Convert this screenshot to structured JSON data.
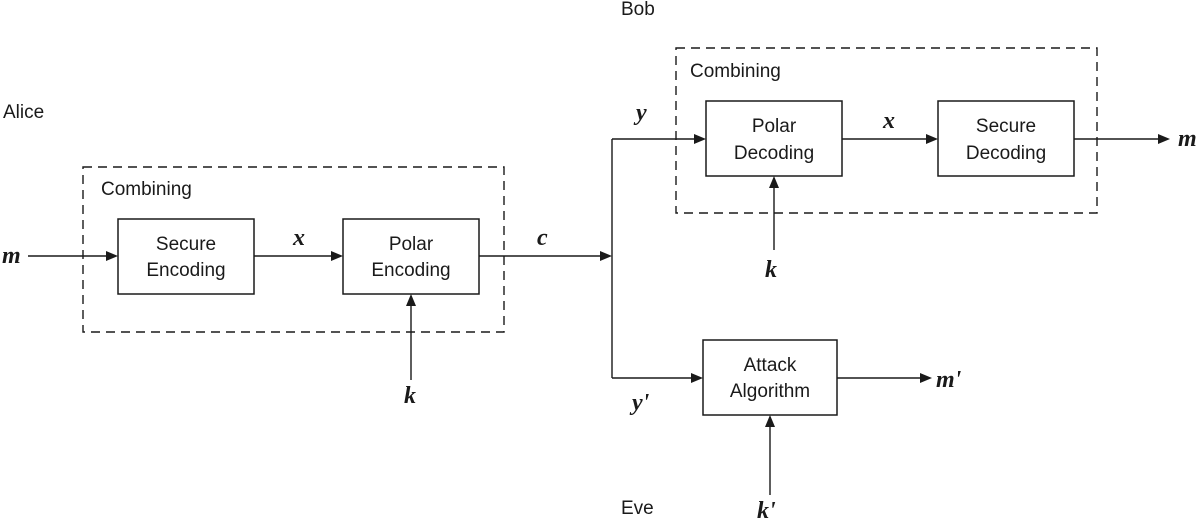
{
  "parties": {
    "alice": "Alice",
    "bob": "Bob",
    "eve": "Eve"
  },
  "groups": {
    "alice_combining": "Combining",
    "bob_combining": "Combining"
  },
  "blocks": {
    "secure_encoding": [
      "Secure",
      "Encoding"
    ],
    "polar_encoding": [
      "Polar",
      "Encoding"
    ],
    "polar_decoding": [
      "Polar",
      "Decoding"
    ],
    "secure_decoding": [
      "Secure",
      "Decoding"
    ],
    "attack_algorithm": [
      "Attack",
      "Algorithm"
    ]
  },
  "signals": {
    "m_in": "m",
    "x_alice": "x",
    "k_alice": "k",
    "c": "c",
    "y": "y",
    "x_bob": "x",
    "k_bob": "k",
    "m_out": "m",
    "y_prime": "y'",
    "m_prime": "m'",
    "k_prime": "k'"
  }
}
